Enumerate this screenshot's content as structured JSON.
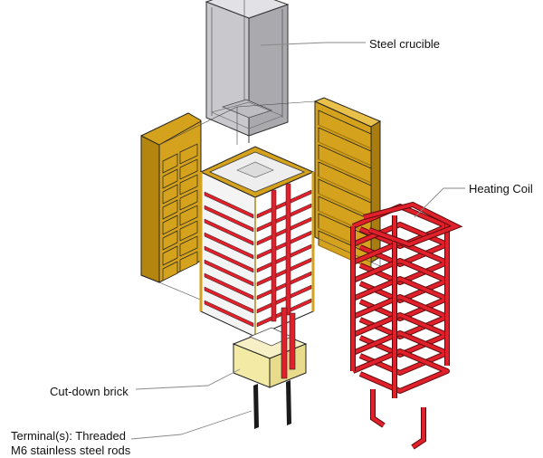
{
  "labels": {
    "crucible": "Steel crucible",
    "heating_coil": "Heating Coil",
    "cut_down_brick": "Cut-down brick",
    "terminals_line1": "Terminal(s): Threaded",
    "terminals_line2": "M6 stainless steel rods"
  },
  "colors": {
    "insulation_brick": "#d4a21c",
    "brick_shadow": "#a97c10",
    "cut_brick": "#f3eaa6",
    "heating_element": "#e0202a",
    "crucible_glass": "#b8b8bd",
    "terminal_rod": "#1a1a1a"
  },
  "icons": {
    "crucible": "steel-crucible-icon",
    "coil": "heating-coil-icon"
  }
}
